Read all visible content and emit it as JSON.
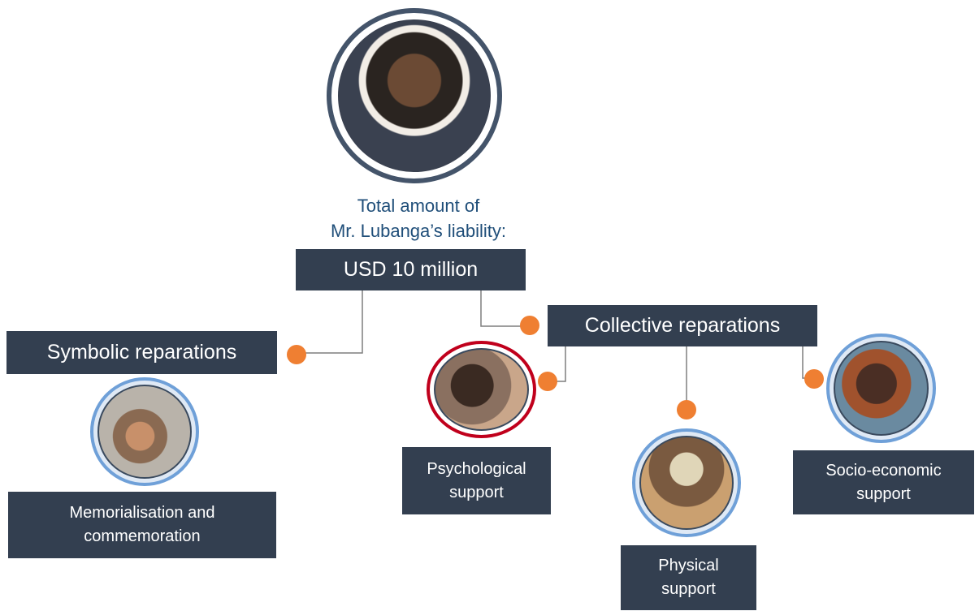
{
  "diagram": {
    "caption_line1": "Total amount of",
    "caption_line2": "Mr. Lubanga’s liability:",
    "total_amount": "USD 10 million",
    "symbolic": {
      "title": "Symbolic reparations",
      "items": [
        {
          "label": "Memorialisation and\ncommemoration"
        }
      ]
    },
    "collective": {
      "title": "Collective reparations",
      "items": [
        {
          "label": "Psychological\nsupport"
        },
        {
          "label": "Physical\nsupport"
        },
        {
          "label": "Socio-economic\nsupport"
        }
      ]
    }
  },
  "colors": {
    "box_fill": "#333f50",
    "caption_text": "#1f4e79",
    "connector_dot": "#ef7f32",
    "connector_line": "#7f7f7f"
  }
}
